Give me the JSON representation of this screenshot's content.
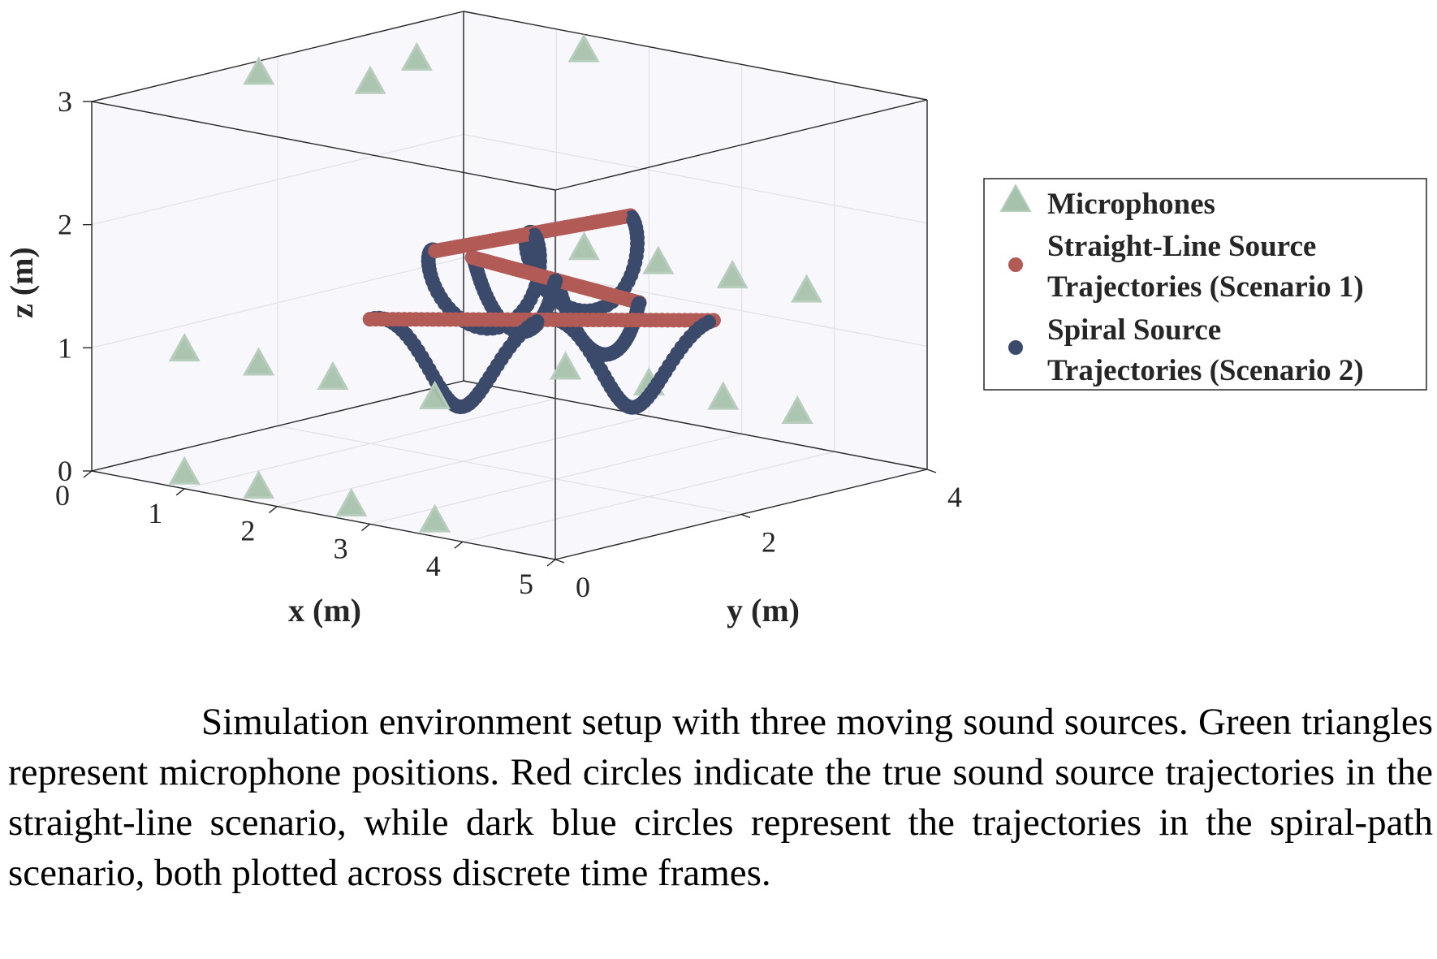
{
  "chart_data": {
    "type": "scatter",
    "projection": "3d",
    "xlabel": "x (m)",
    "ylabel": "y (m)",
    "zlabel": "z (m)",
    "xlim": [
      0,
      5
    ],
    "ylim": [
      0,
      4
    ],
    "zlim": [
      0,
      3
    ],
    "x_ticks": [
      "0",
      "1",
      "2",
      "3",
      "4",
      "5"
    ],
    "y_ticks": [
      "0",
      "2",
      "4"
    ],
    "z_ticks": [
      "0",
      "1",
      "2",
      "3"
    ],
    "grid": true,
    "legend_position": "right",
    "series": [
      {
        "name": "Microphones",
        "marker": "triangle",
        "color": "#a6c2ad",
        "edge_color": "#b9cdbd",
        "points": [
          [
            0.9,
            0.1,
            0.1
          ],
          [
            1.7,
            0.1,
            0.1
          ],
          [
            2.7,
            0.1,
            0.1
          ],
          [
            3.6,
            0.1,
            0.1
          ],
          [
            0.9,
            0.1,
            1.1
          ],
          [
            1.7,
            0.1,
            1.1
          ],
          [
            2.5,
            0.1,
            1.1
          ],
          [
            3.6,
            0.1,
            1.1
          ],
          [
            1.2,
            3.9,
            0.3
          ],
          [
            2.1,
            3.9,
            0.3
          ],
          [
            2.9,
            3.9,
            0.3
          ],
          [
            3.7,
            3.9,
            0.3
          ],
          [
            1.4,
            3.9,
            1.3
          ],
          [
            2.2,
            3.9,
            1.3
          ],
          [
            3.0,
            3.9,
            1.3
          ],
          [
            3.8,
            3.9,
            1.3
          ],
          [
            0.9,
            0.9,
            3.2
          ],
          [
            1.8,
            1.2,
            3.2
          ],
          [
            1.5,
            2.0,
            3.2
          ],
          [
            2.3,
            3.0,
            3.2
          ]
        ]
      },
      {
        "name": "Straight-Line Source Trajectories (Scenario 1)",
        "marker": "circle",
        "color": "#b25a55",
        "segments": [
          {
            "start": [
              2.5,
              0.5,
              1.5
            ],
            "end": [
              4.6,
              2.1,
              1.5
            ]
          },
          {
            "start": [
              2.5,
              1.6,
              1.8
            ],
            "end": [
              3.1,
              2.8,
              1.3
            ]
          },
          {
            "start": [
              1.5,
              2.2,
              1.6
            ],
            "end": [
              1.8,
              4.0,
              1.6
            ]
          }
        ]
      },
      {
        "name": "Spiral Source Trajectories (Scenario 2)",
        "marker": "circle",
        "color": "#3b4a6b",
        "segments": [
          {
            "start": [
              2.5,
              0.5,
              1.5
            ],
            "end": [
              4.6,
              2.1,
              1.5
            ],
            "radius": 0.35,
            "turns": 2
          },
          {
            "start": [
              2.5,
              1.6,
              1.8
            ],
            "end": [
              3.1,
              2.8,
              1.3
            ],
            "radius": 0.25,
            "turns": 2
          },
          {
            "start": [
              1.5,
              2.2,
              1.6
            ],
            "end": [
              1.8,
              4.0,
              1.6
            ],
            "radius": 0.35,
            "turns": 2
          }
        ]
      }
    ]
  },
  "legend": {
    "items": [
      {
        "lines": [
          "Microphones"
        ]
      },
      {
        "lines": [
          "Straight-Line Source",
          "Trajectories (Scenario 1)"
        ]
      },
      {
        "lines": [
          "Spiral Source",
          "Trajectories (Scenario 2)"
        ]
      }
    ]
  },
  "caption": "Simulation environment setup with three moving sound sources. Green triangles represent microphone positions. Red circles indicate the true sound source trajectories in the straight-line scenario, while dark blue circles represent the trajectories in the spiral-path scenario, both plotted across discrete time frames."
}
